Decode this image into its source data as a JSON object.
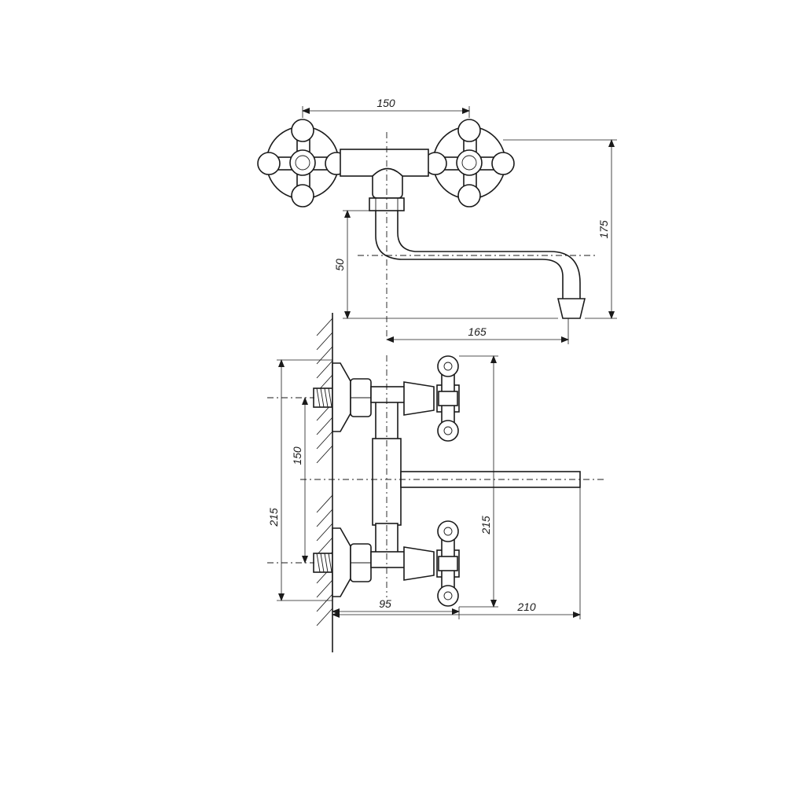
{
  "dimensions": {
    "top_view": {
      "handle_spacing": "150",
      "total_height": "175",
      "spout_drop": "50",
      "spout_reach": "165"
    },
    "side_view": {
      "inlet_spacing": "150",
      "overall_height_left": "215",
      "overall_height_right": "215",
      "wall_to_body": "95",
      "spout_length": "210"
    }
  }
}
